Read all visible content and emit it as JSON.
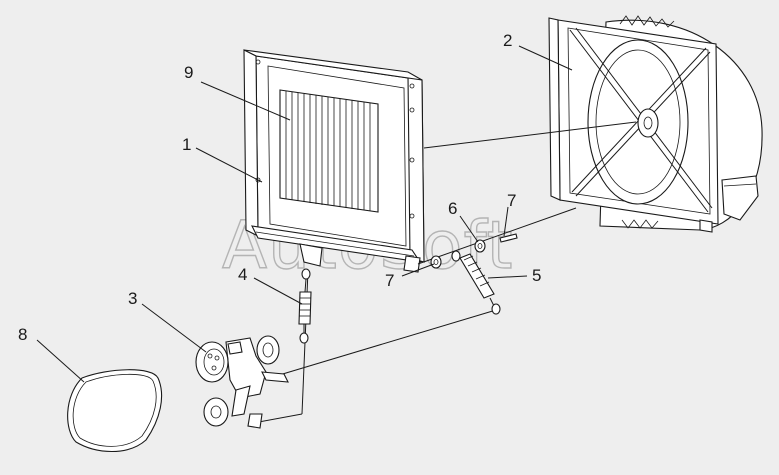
{
  "watermark": "AutoSoft",
  "callouts": [
    {
      "id": "c9",
      "label": "9"
    },
    {
      "id": "c1",
      "label": "1"
    },
    {
      "id": "c2",
      "label": "2"
    },
    {
      "id": "c3",
      "label": "3"
    },
    {
      "id": "c4",
      "label": "4"
    },
    {
      "id": "c5",
      "label": "5"
    },
    {
      "id": "c6",
      "label": "6"
    },
    {
      "id": "c7a",
      "label": "7"
    },
    {
      "id": "c7b",
      "label": "7"
    },
    {
      "id": "c8",
      "label": "8"
    }
  ]
}
